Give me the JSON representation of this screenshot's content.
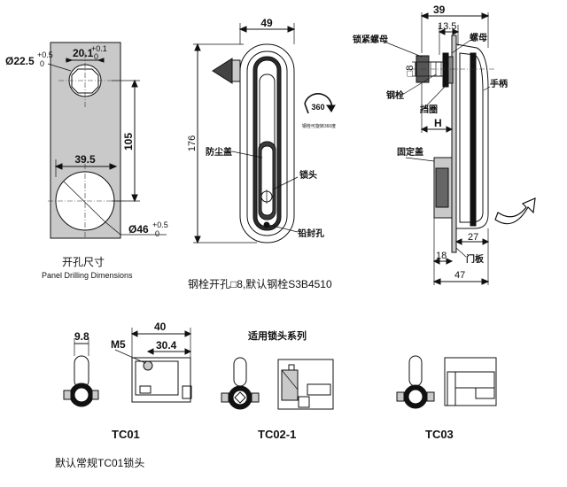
{
  "panel_drilling": {
    "dim_square": "20.1",
    "dim_square_tol_upper": "+0.1",
    "dim_square_tol_lower": "0",
    "dim_small_dia": "Ø22.5",
    "dim_small_dia_tol_upper": "+0.5",
    "dim_small_dia_tol_lower": "0",
    "dim_height": "105",
    "dim_offset": "39.5",
    "dim_large_dia": "Ø46",
    "dim_large_dia_tol_upper": "+0.5",
    "dim_large_dia_tol_lower": "0",
    "title_cn": "开孔尺寸",
    "title_en": "Panel Drilling Dimensions"
  },
  "front_view": {
    "dim_width": "49",
    "dim_height": "176",
    "label_dust_cover": "防尘盖",
    "label_lock_cylinder": "锁头",
    "label_seal_hole": "铅封孔",
    "rotation": "360",
    "rotation_note": "钢栓可旋转360度",
    "caption": "钢栓开孔□8,默认钢栓S3B4510"
  },
  "side_view": {
    "dim_39": "39",
    "dim_13_5": "13.5",
    "dim_8": "□8",
    "dim_H": "H",
    "dim_27": "27",
    "dim_18": "18",
    "dim_47": "47",
    "label_lock_nut": "锁紧螺母",
    "label_nut": "螺母",
    "label_bolt": "钢栓",
    "label_washer": "挡圈",
    "label_handle": "手柄",
    "label_fixing_cover": "固定盖",
    "label_panel": "门板"
  },
  "lock_series": {
    "title": "适用锁头系列",
    "dim_40": "40",
    "dim_9_8": "9.8",
    "dim_m5": "M5",
    "dim_30_4": "30.4",
    "items": [
      "TC01",
      "TC02-1",
      "TC03"
    ],
    "default_note": "默认常规TC01锁头"
  }
}
